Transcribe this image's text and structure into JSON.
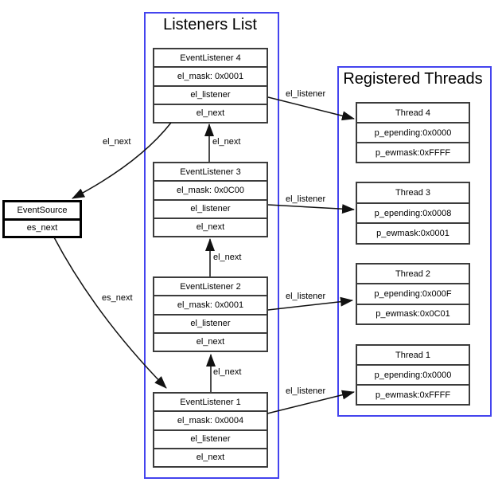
{
  "listeners_list": {
    "title": "Listeners List",
    "nodes": [
      {
        "title": "EventListener 4",
        "fields": [
          "el_mask: 0x0001",
          "el_listener",
          "el_next"
        ]
      },
      {
        "title": "EventListener 3",
        "fields": [
          "el_mask: 0x0C00",
          "el_listener",
          "el_next"
        ]
      },
      {
        "title": "EventListener 2",
        "fields": [
          "el_mask: 0x0001",
          "el_listener",
          "el_next"
        ]
      },
      {
        "title": "EventListener 1",
        "fields": [
          "el_mask: 0x0004",
          "el_listener",
          "el_next"
        ]
      }
    ]
  },
  "registered_threads": {
    "title": "Registered Threads",
    "nodes": [
      {
        "title": "Thread 4",
        "fields": [
          "p_epending:0x0000",
          "p_ewmask:0xFFFF"
        ]
      },
      {
        "title": "Thread 3",
        "fields": [
          "p_epending:0x0008",
          "p_ewmask:0x0001"
        ]
      },
      {
        "title": "Thread 2",
        "fields": [
          "p_epending:0x000F",
          "p_ewmask:0x0C01"
        ]
      },
      {
        "title": "Thread 1",
        "fields": [
          "p_epending:0x0000",
          "p_ewmask:0xFFFF"
        ]
      }
    ]
  },
  "event_source": {
    "title": "EventSource",
    "fields": [
      "es_next"
    ]
  },
  "edge_labels": {
    "listener4_to_eventsource": "el_next",
    "listener3_to_listener4": "el_next",
    "listener2_to_listener3": "el_next",
    "listener1_to_listener2": "el_next",
    "eventsource_to_listener1": "es_next",
    "listener4_to_thread4": "el_listener",
    "listener3_to_thread3": "el_listener",
    "listener2_to_thread2": "el_listener",
    "listener1_to_thread1": "el_listener"
  },
  "colors": {
    "container_border": "#4444ee",
    "node_border": "#3c3c3c",
    "edge": "#111111",
    "text": "#000000",
    "background": "#ffffff"
  }
}
